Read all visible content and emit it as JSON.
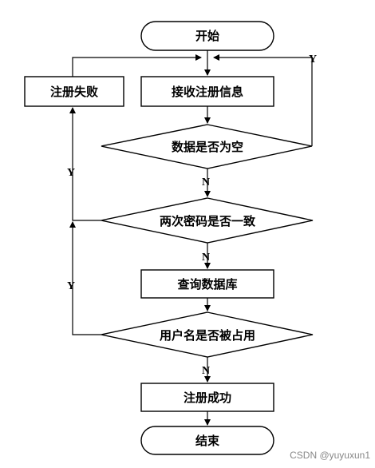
{
  "nodes": {
    "start": "开始",
    "receive": "接收注册信息",
    "fail": "注册失败",
    "check_empty": "数据是否为空",
    "check_password": "两次密码是否一致",
    "query_db": "查询数据库",
    "check_username": "用户名是否被占用",
    "success": "注册成功",
    "end": "结束"
  },
  "labels": {
    "yes": "Y",
    "no": "N"
  },
  "watermark": "CSDN @yuyuxun1"
}
